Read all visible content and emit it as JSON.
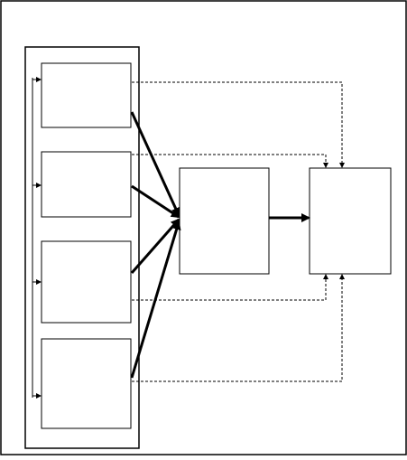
{
  "diagram": {
    "left_group": {
      "boxes": [
        {
          "id": "box-1",
          "label": ""
        },
        {
          "id": "box-2",
          "label": ""
        },
        {
          "id": "box-3",
          "label": ""
        },
        {
          "id": "box-4",
          "label": ""
        }
      ]
    },
    "center_box": {
      "label": ""
    },
    "right_box": {
      "label": ""
    },
    "colors": {
      "stroke": "#000000",
      "background": "#ffffff"
    }
  }
}
